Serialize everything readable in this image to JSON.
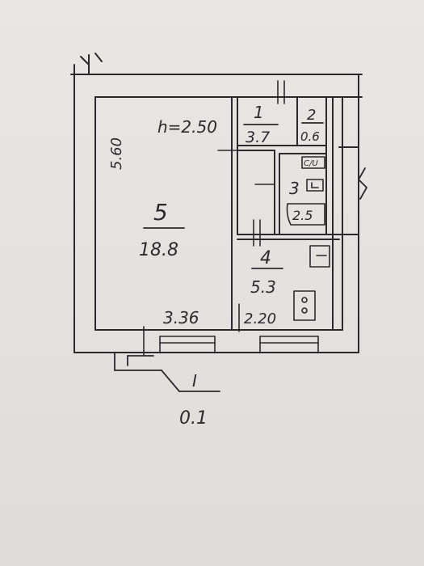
{
  "plan": {
    "ceiling_height": "h=2.50",
    "north_mark": "",
    "dims": {
      "left_wall": "5.60",
      "room5_width": "3.36",
      "room4_width": "2.20"
    },
    "rooms": [
      {
        "number": "1",
        "area": "3.7"
      },
      {
        "number": "2",
        "area": "0.6"
      },
      {
        "number": "3",
        "area": "2.5"
      },
      {
        "number": "4",
        "area": "5.3"
      },
      {
        "number": "5",
        "area": "18.8"
      }
    ],
    "fixture_label": "C/U",
    "section_mark": "I",
    "section_value": "0.1"
  },
  "colors": {
    "ink": "#2a2a2e",
    "paper": "#e6e4e0"
  }
}
